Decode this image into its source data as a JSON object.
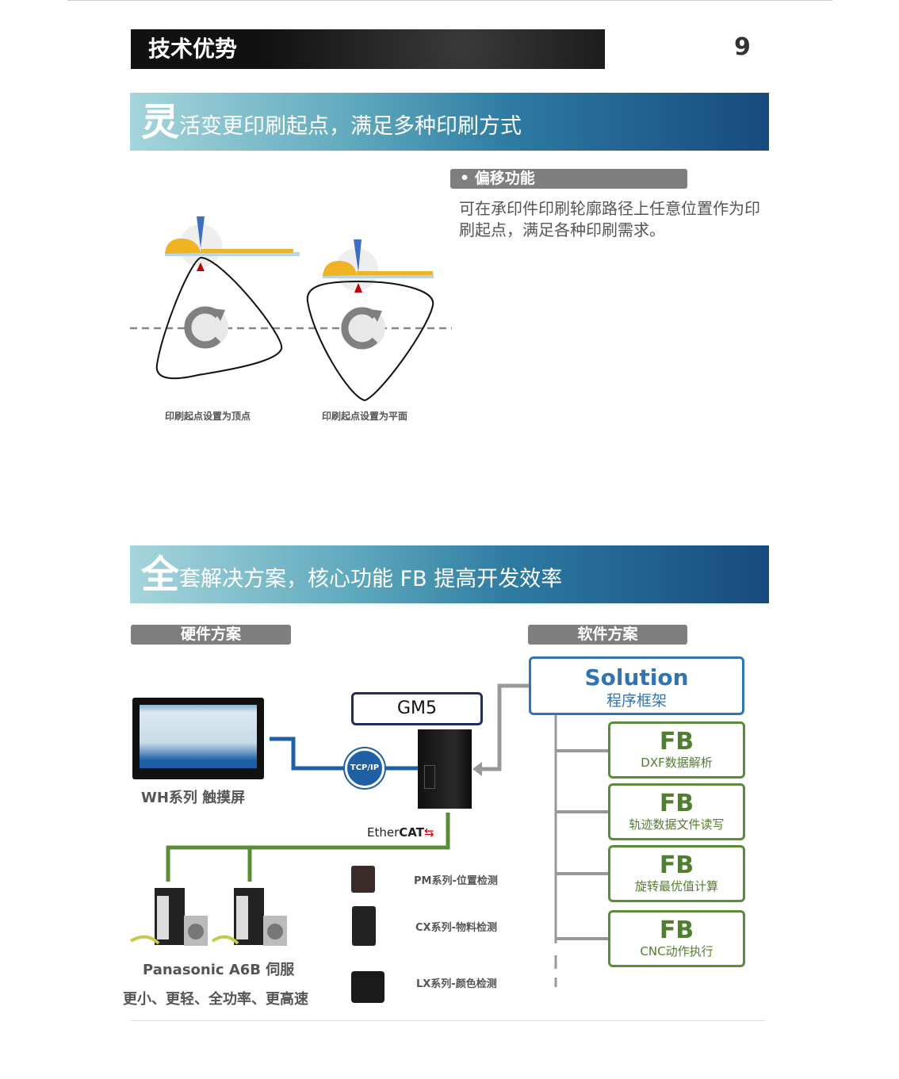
{
  "header": {
    "title": "技术优势",
    "page_number": "9"
  },
  "section1": {
    "banner_big": "灵",
    "banner_rest": "活变更印刷起点，满足多种印刷方式",
    "feature_label": "• 偏移功能",
    "description": "可在承印件印刷轮廓路径上任意位置作为印刷起点，满足各种印刷需求。",
    "captions": [
      "印刷起点设置为顶点",
      "印刷起点设置为平面"
    ]
  },
  "section2": {
    "banner_big": "全",
    "banner_rest": "套解决方案，核心功能 FB 提高开发效率",
    "hardware_label": "硬件方案",
    "software_label": "软件方案",
    "solution": {
      "title": "Solution",
      "subtitle": "程序框架"
    },
    "fb_blocks": [
      {
        "title": "FB",
        "sub": "DXF数据解析"
      },
      {
        "title": "FB",
        "sub": "轨迹数据文件读写"
      },
      {
        "title": "FB",
        "sub": "旋转最优值计算"
      },
      {
        "title": "FB",
        "sub": "CNC动作执行"
      }
    ],
    "controller": "GM5",
    "tcpip": "TCP/IP",
    "ethercat_a": "Ether",
    "ethercat_b": "CAT",
    "hmi_label": "WH系列 触摸屏",
    "servo_label": "Panasonic A6B 伺服",
    "servo_features": "更小、更轻、全功率、更高速",
    "sensors": [
      "PM系列-位置检测",
      "CX系列-物料检测",
      "LX系列-颜色检测"
    ]
  },
  "colors": {
    "blue": "#2e75b6",
    "green": "#5b8c3a",
    "gray": "#7f7f7f"
  }
}
